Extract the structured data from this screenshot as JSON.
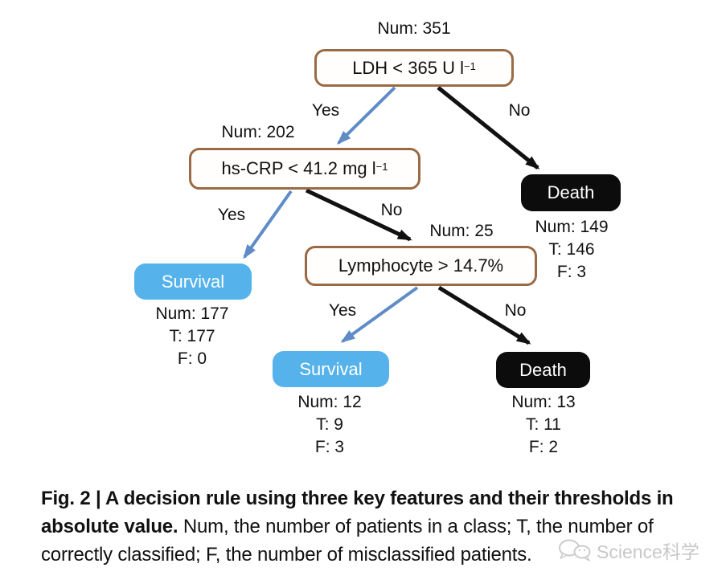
{
  "colors": {
    "decision_border": "#9a6a44",
    "survival_fill": "#55b2ea",
    "death_fill": "#0c0c0c",
    "edge_yes_blue": "#5f8cc7",
    "edge_no_black": "#111111",
    "watermark_gray": "#c8c8c8"
  },
  "tree": {
    "counts": {
      "root": "Num: 351",
      "hscrp": "Num: 202",
      "lymph": "Num: 25"
    },
    "nodes": {
      "ldh": {
        "label": "LDH < 365 U l",
        "sup": "−1"
      },
      "hscrp": {
        "label": "hs-CRP < 41.2 mg l",
        "sup": "−1"
      },
      "lymph": {
        "label": "Lymphocyte > 14.7%",
        "sup": ""
      }
    },
    "edge_labels": {
      "yes1": "Yes",
      "no1": "No",
      "yes2": "Yes",
      "no2": "No",
      "yes3": "Yes",
      "no3": "No"
    },
    "leaves": {
      "death1": {
        "label": "Death",
        "stats": [
          "Num: 149",
          "T: 146",
          "F: 3"
        ]
      },
      "survival1": {
        "label": "Survival",
        "stats": [
          "Num: 177",
          "T: 177",
          "F: 0"
        ]
      },
      "survival2": {
        "label": "Survival",
        "stats": [
          "Num: 12",
          "T: 9",
          "F: 3"
        ]
      },
      "death2": {
        "label": "Death",
        "stats": [
          "Num: 13",
          "T: 11",
          "F: 2"
        ]
      }
    }
  },
  "caption": {
    "line1_bold": "Fig. 2 | A decision rule using three key features and their thresholds in",
    "line2_bold": "absolute value.",
    "line2_rest": " Num, the number of patients in a class; T, the number of",
    "line3": "correctly classified; F, the number of misclassified patients."
  },
  "watermark": {
    "text": "Science科学",
    "icon": "wechat-bubbles-icon"
  }
}
